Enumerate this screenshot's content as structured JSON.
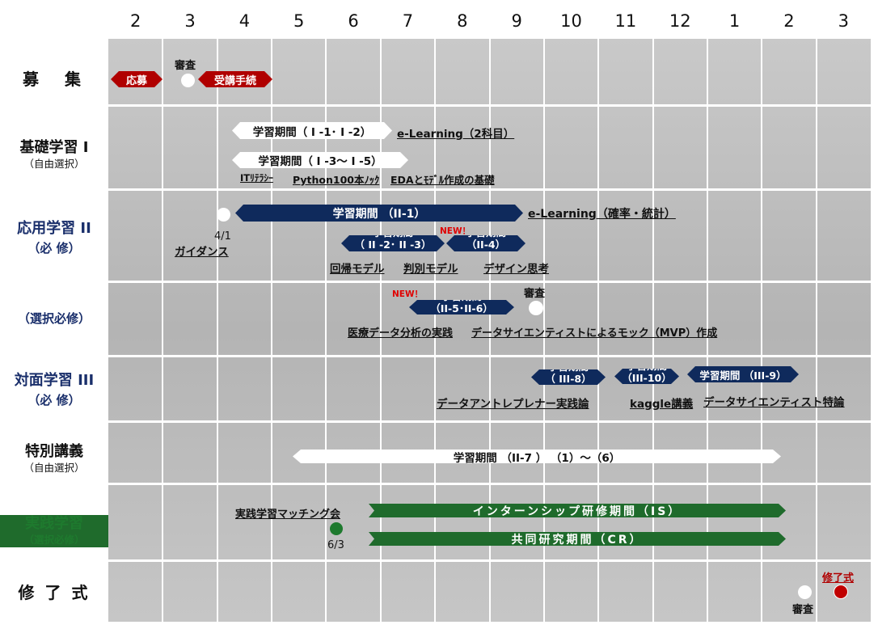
{
  "months": [
    "2",
    "3",
    "4",
    "5",
    "6",
    "7",
    "8",
    "9",
    "10",
    "11",
    "12",
    "1",
    "2",
    "3"
  ],
  "rows": {
    "recruit": {
      "label": "募　集"
    },
    "basic": {
      "label": "基礎学習 I",
      "sub": "（自由選択）"
    },
    "applied": {
      "label": "応用学習 II",
      "sub": "（必 修）"
    },
    "elective": {
      "sub": "（選択必修）"
    },
    "face": {
      "label": "対面学習 III",
      "sub": "（必 修）"
    },
    "special": {
      "label": "特別講義",
      "sub": "（自由選択）"
    },
    "practice": {
      "label": "実践学習",
      "sub": "（選択必修）"
    },
    "completion": {
      "label": "修 了 式"
    }
  },
  "recruit": {
    "apply": "応募",
    "review": "審査",
    "enroll": "受講手続"
  },
  "basic": {
    "period1": "学習期間（ I -1･ I -2）",
    "elearn": "e-Learning（2科目）",
    "period2": "学習期間（ I -3～ I -5）",
    "sub1": "ITﾘﾃﾗｼｰ",
    "sub2": "Python100本ﾉｯｸ",
    "sub3": "EDAとﾓﾃﾞﾙ作成の基礎"
  },
  "applied": {
    "period": "学習期間 （II-1）",
    "elearn": "e-Learning（確率・統計）",
    "date": "4/1",
    "guidance": "ガイダンス",
    "new": "NEW！",
    "p23_a": "学習期間",
    "p23_b": "（ II -2･ II -3）",
    "p4_a": "学習期間",
    "p4_b": "（II-4）",
    "regression": "回帰モデル",
    "classification": "判別モデル",
    "design": "デザイン思考"
  },
  "elective": {
    "new": "NEW！",
    "p56_a": "学習期間",
    "p56_b": "（II-5･II-6）",
    "review": "審査",
    "medical": "医療データ分析の実践",
    "mock": "データサイエンティストによるモック（MVP）作成"
  },
  "face": {
    "p8_a": "学習期間",
    "p8_b": "（ III-8）",
    "p10_a": "学習期間",
    "p10_b": "（III-10）",
    "p9": "学習期間 （III-9）",
    "entre": "データアントレプレナー実践論",
    "kaggle": "kaggle講義",
    "ds": "データサイエンティスト特論"
  },
  "special": {
    "period": "学習期間 （II-7 ） （1）～（6）"
  },
  "practice": {
    "matching": "実践学習マッチング会",
    "date": "6/3",
    "intern": "インターンシップ研修期間（IS）",
    "joint": "共同研究期間（CR）"
  },
  "completion": {
    "review": "審査",
    "ceremony": "修了式"
  }
}
